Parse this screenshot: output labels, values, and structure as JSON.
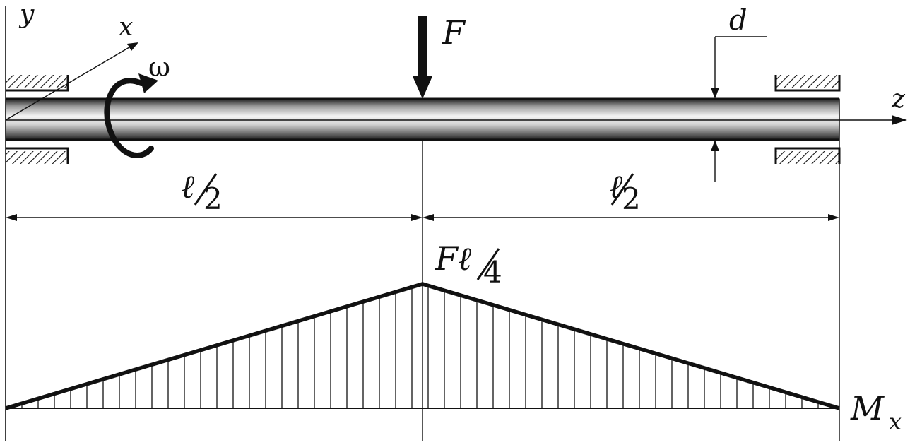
{
  "labels": {
    "axis_y": "y",
    "axis_x": "x",
    "axis_z": "z",
    "omega": "ω",
    "force": "F",
    "diameter": "d",
    "span_left_num": "ℓ",
    "span_left_den": "2",
    "span_right_num": "ℓ",
    "span_right_den": "2",
    "peak_num": "Fℓ",
    "peak_den": "4",
    "moment_main": "M",
    "moment_sub": "x"
  },
  "colors": {
    "ink": "#111111",
    "shaft_dark": "#3a3a3a",
    "shaft_light": "#f2f2f2"
  },
  "icons": {
    "load": "arrow-down-icon",
    "rotation": "curved-arrow-icon",
    "support": "hatched-support-icon"
  }
}
